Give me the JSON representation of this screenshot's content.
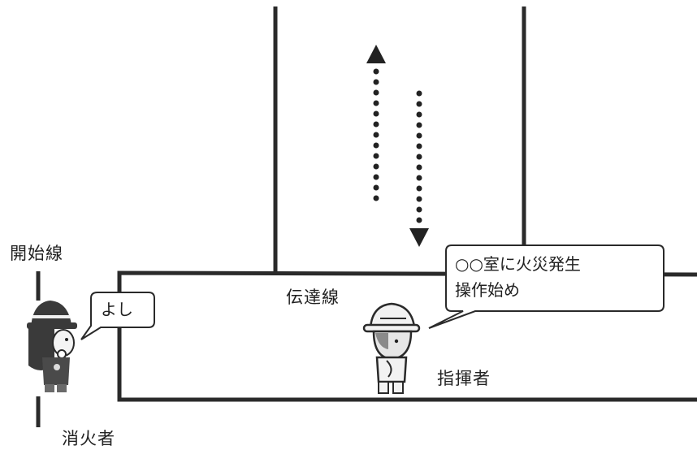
{
  "labels": {
    "start_line": "開始線",
    "relay_line": "伝達線",
    "commander": "指揮者",
    "firefighter": "消火者"
  },
  "speech": {
    "firefighter": "よし",
    "commander_line1": "○○室に火災発生",
    "commander_line2": "操作始め"
  },
  "icons": {
    "up_arrow": "dotted-up-arrow-icon",
    "down_arrow": "dotted-down-arrow-icon",
    "firefighter": "firefighter-helmet-icon",
    "commander": "commander-helmet-icon"
  },
  "colors": {
    "line": "#2a2a2a",
    "helmet_firefighter": "#3a3a3a",
    "helmet_commander": "#f2f2f2"
  }
}
